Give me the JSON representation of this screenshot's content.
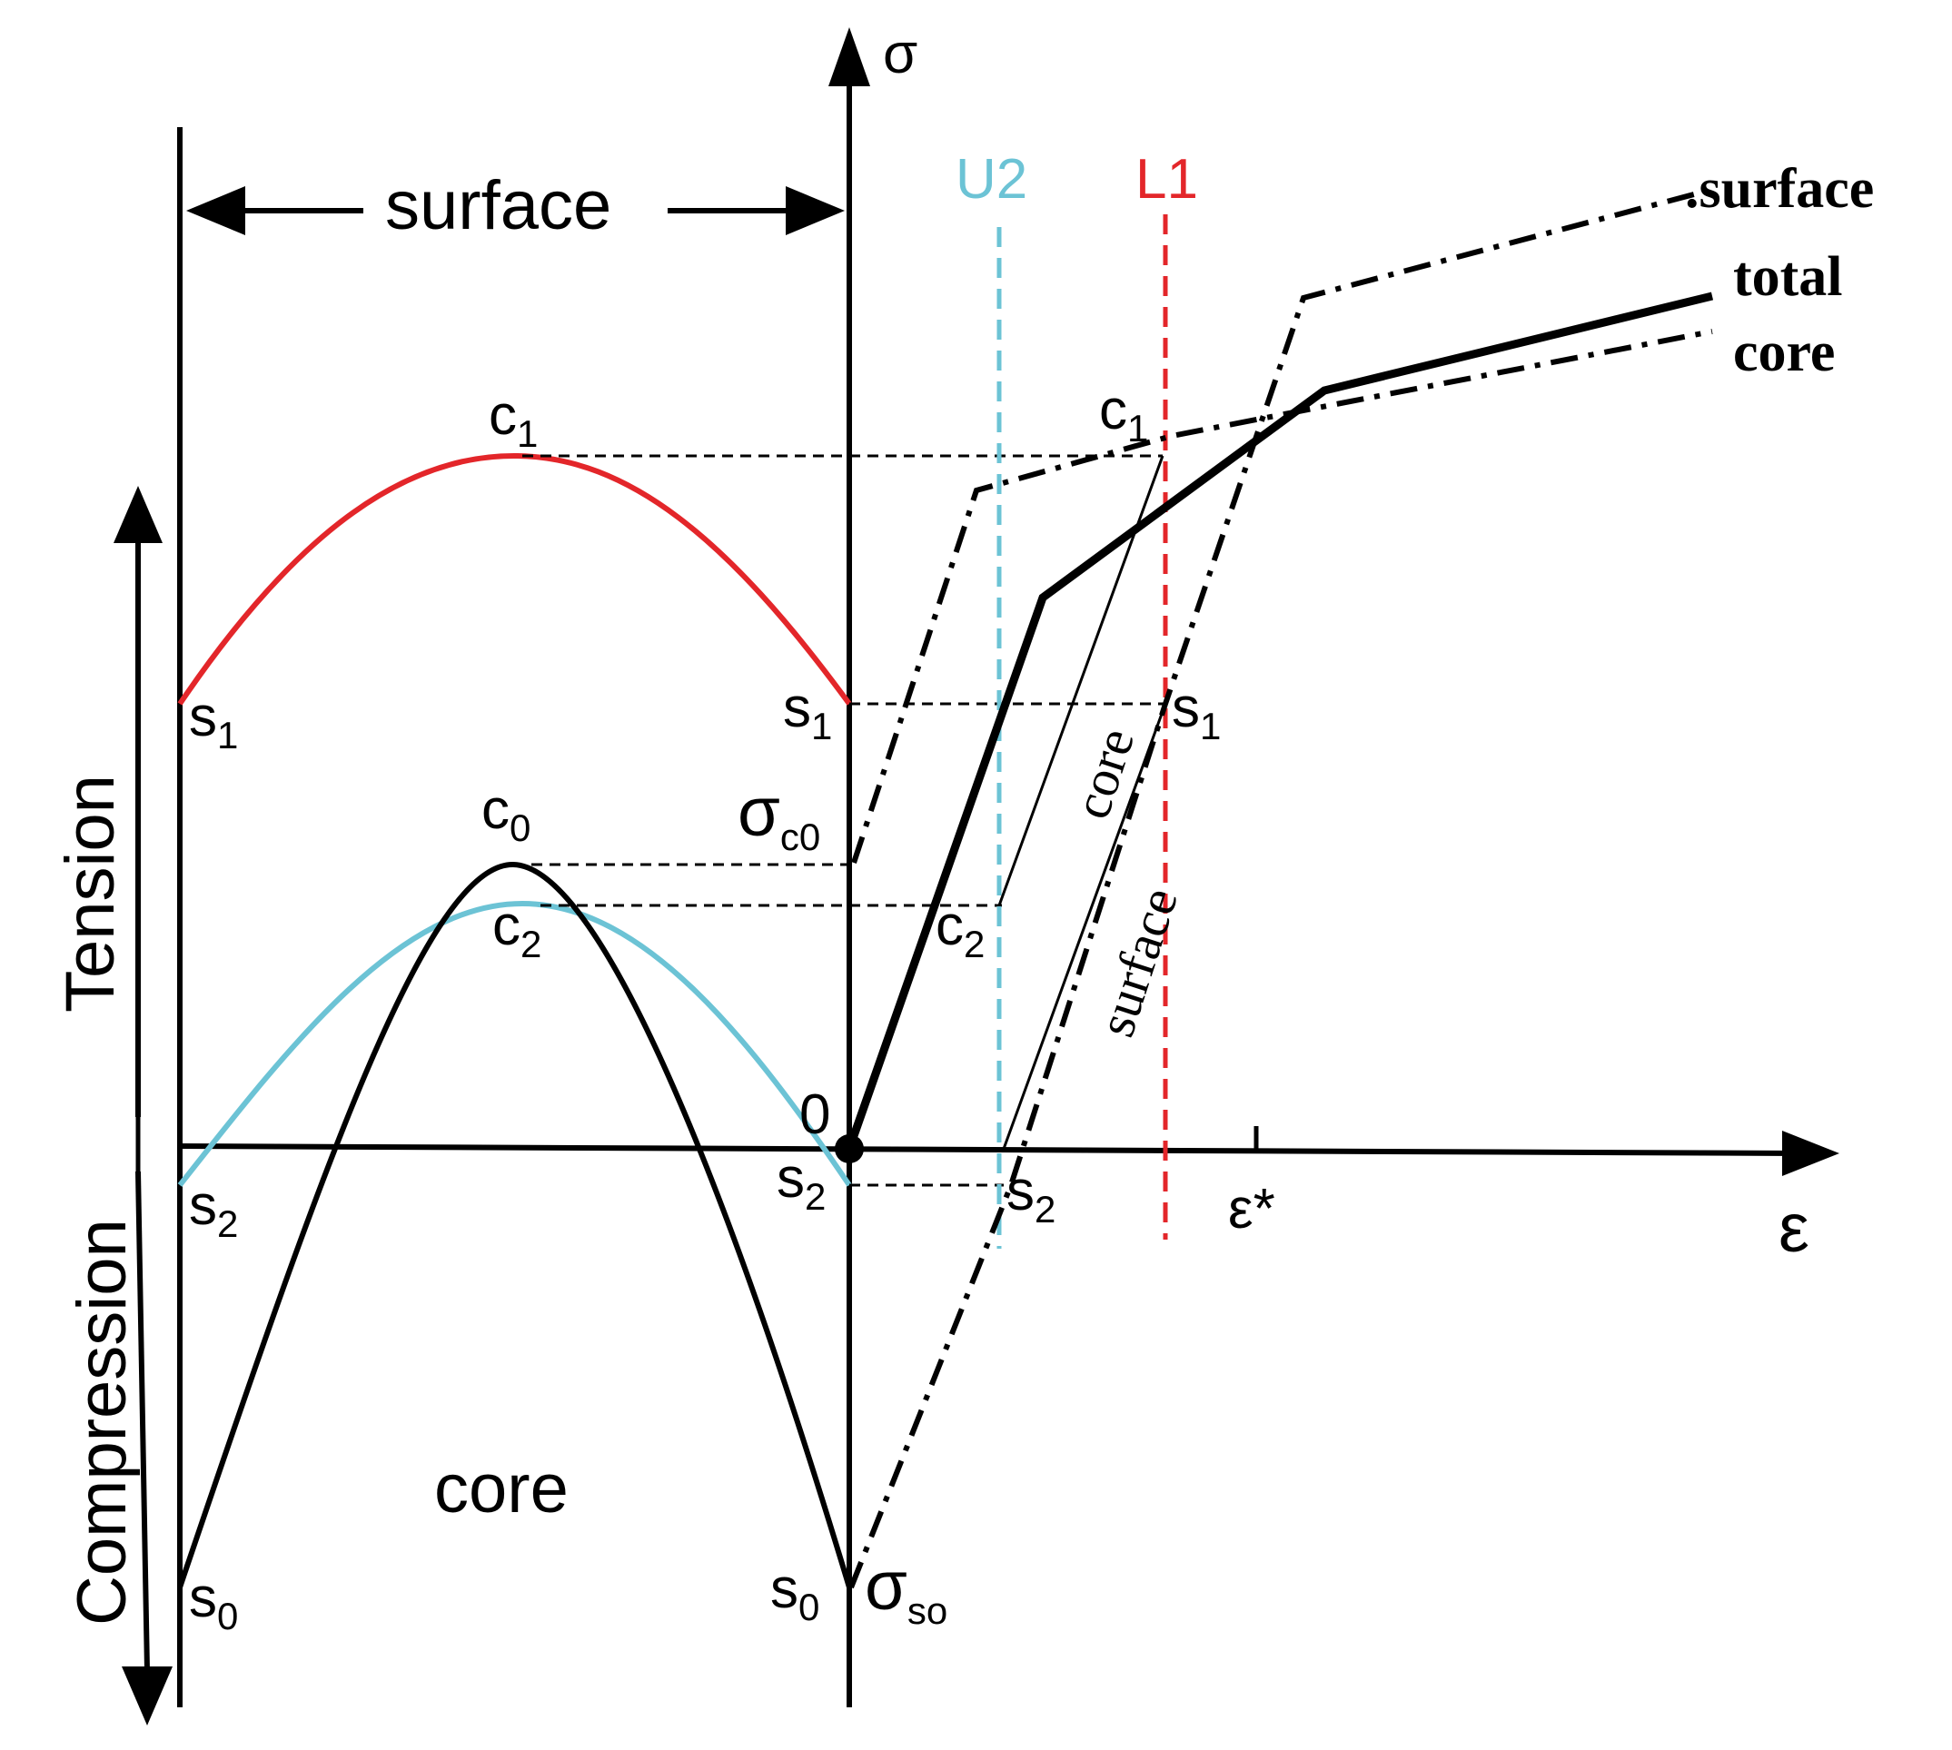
{
  "axes": {
    "sigma": "σ",
    "epsilon": "ε",
    "origin": "0",
    "eps_star": "ε*"
  },
  "left_panel": {
    "surface": "surface",
    "core": "core",
    "tension": "Tension",
    "compression": "Compression"
  },
  "markers": {
    "U2": "U2",
    "L1": "L1"
  },
  "points": {
    "c": "c",
    "s": "s",
    "idx0": "0",
    "idx1": "1",
    "idx2": "2"
  },
  "stress_labels": {
    "sigma_c0_main": "σ",
    "sigma_c0_sub": "c0",
    "sigma_so_main": "σ",
    "sigma_so_sub": "so"
  },
  "curve_legend": {
    "surface": ".surface",
    "total": "total",
    "core": "core"
  },
  "inline_labels": {
    "core": "core",
    "surface": "surface"
  },
  "colors": {
    "red": "#e3262a",
    "cyan": "#6cc3d5",
    "black": "#000000"
  }
}
